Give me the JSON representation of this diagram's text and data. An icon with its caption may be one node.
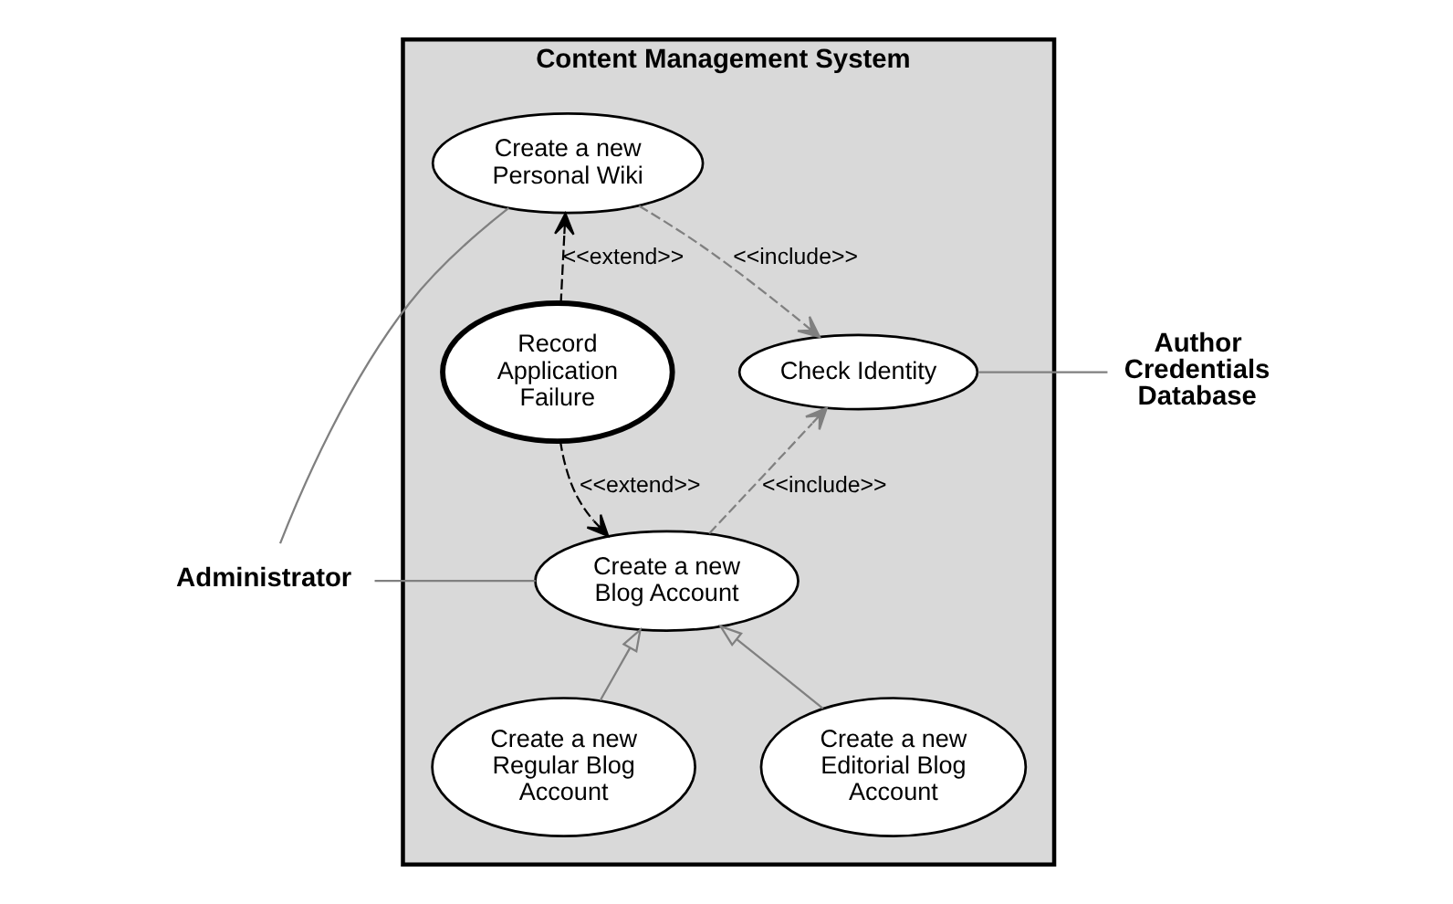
{
  "diagram": {
    "nodes": [
      {
        "text": [
          "Administrator"
        ]
      },
      {
        "text": [
          "Content Management System"
        ]
      },
      {
        "text": [
          "Create a new Personal Wiki"
        ],
        "in": 1
      },
      {
        "text": [
          "Record Application Failure"
        ],
        "in": 1
      },
      {
        "text": [
          "Check Identity"
        ],
        "in": 1
      },
      {
        "text": [
          "Create a new Blog Account"
        ],
        "in": 1
      },
      {
        "text": [
          "Create a new Regular Blog Account"
        ],
        "in": 1
      },
      {
        "text": [
          "Create a new Editorial Blog Account"
        ],
        "in": 1
      },
      {
        "text": [
          "Author Credentials Database"
        ]
      }
    ],
    "edges": [
      {
        "from": 0,
        "to": 2,
        "arrow": "none"
      },
      {
        "from": 0,
        "to": 5,
        "arrow": "none"
      },
      {
        "from": 3,
        "to": 2,
        "arrow": "to",
        "label": "<<extend>>",
        "style": "dashed",
        "color": "#000000"
      },
      {
        "from": 3,
        "to": 5,
        "arrow": "to",
        "label": "<<extend>>",
        "style": "dashed",
        "color": "#000000"
      },
      {
        "from": 2,
        "to": 4,
        "arrow": "to",
        "label": "<<include>>",
        "style": "dashed"
      },
      {
        "from": 5,
        "to": 4,
        "arrow": "to",
        "label": "<<include>>",
        "style": "dashed"
      },
      {
        "from": 4,
        "to": 8,
        "arrow": "none"
      },
      {
        "from": 6,
        "to": 5,
        "arrow": "to"
      },
      {
        "from": 7,
        "to": 5,
        "arrow": "to"
      }
    ]
  }
}
